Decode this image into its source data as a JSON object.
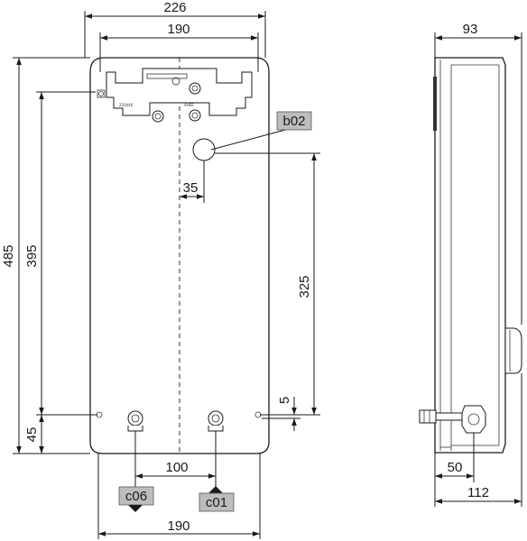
{
  "dimensions": {
    "total_width": "226",
    "inner_width_top": "190",
    "depth": "93",
    "total_height": "485",
    "bracket_height": "395",
    "pipe_offset": "35",
    "pipe_height": "325",
    "bottom_offset": "45",
    "small_offset": "5",
    "connection_spacing": "100",
    "inner_width_bottom": "190",
    "side_connection": "50",
    "side_depth": "112"
  },
  "labels": {
    "b02": "b02",
    "c06": "c06",
    "c01": "c01"
  },
  "bracket_text": {
    "left": "250446",
    "right": "АНЕЕ"
  },
  "colors": {
    "badge": "#bdbdbd",
    "line": "#1a1a1a"
  }
}
